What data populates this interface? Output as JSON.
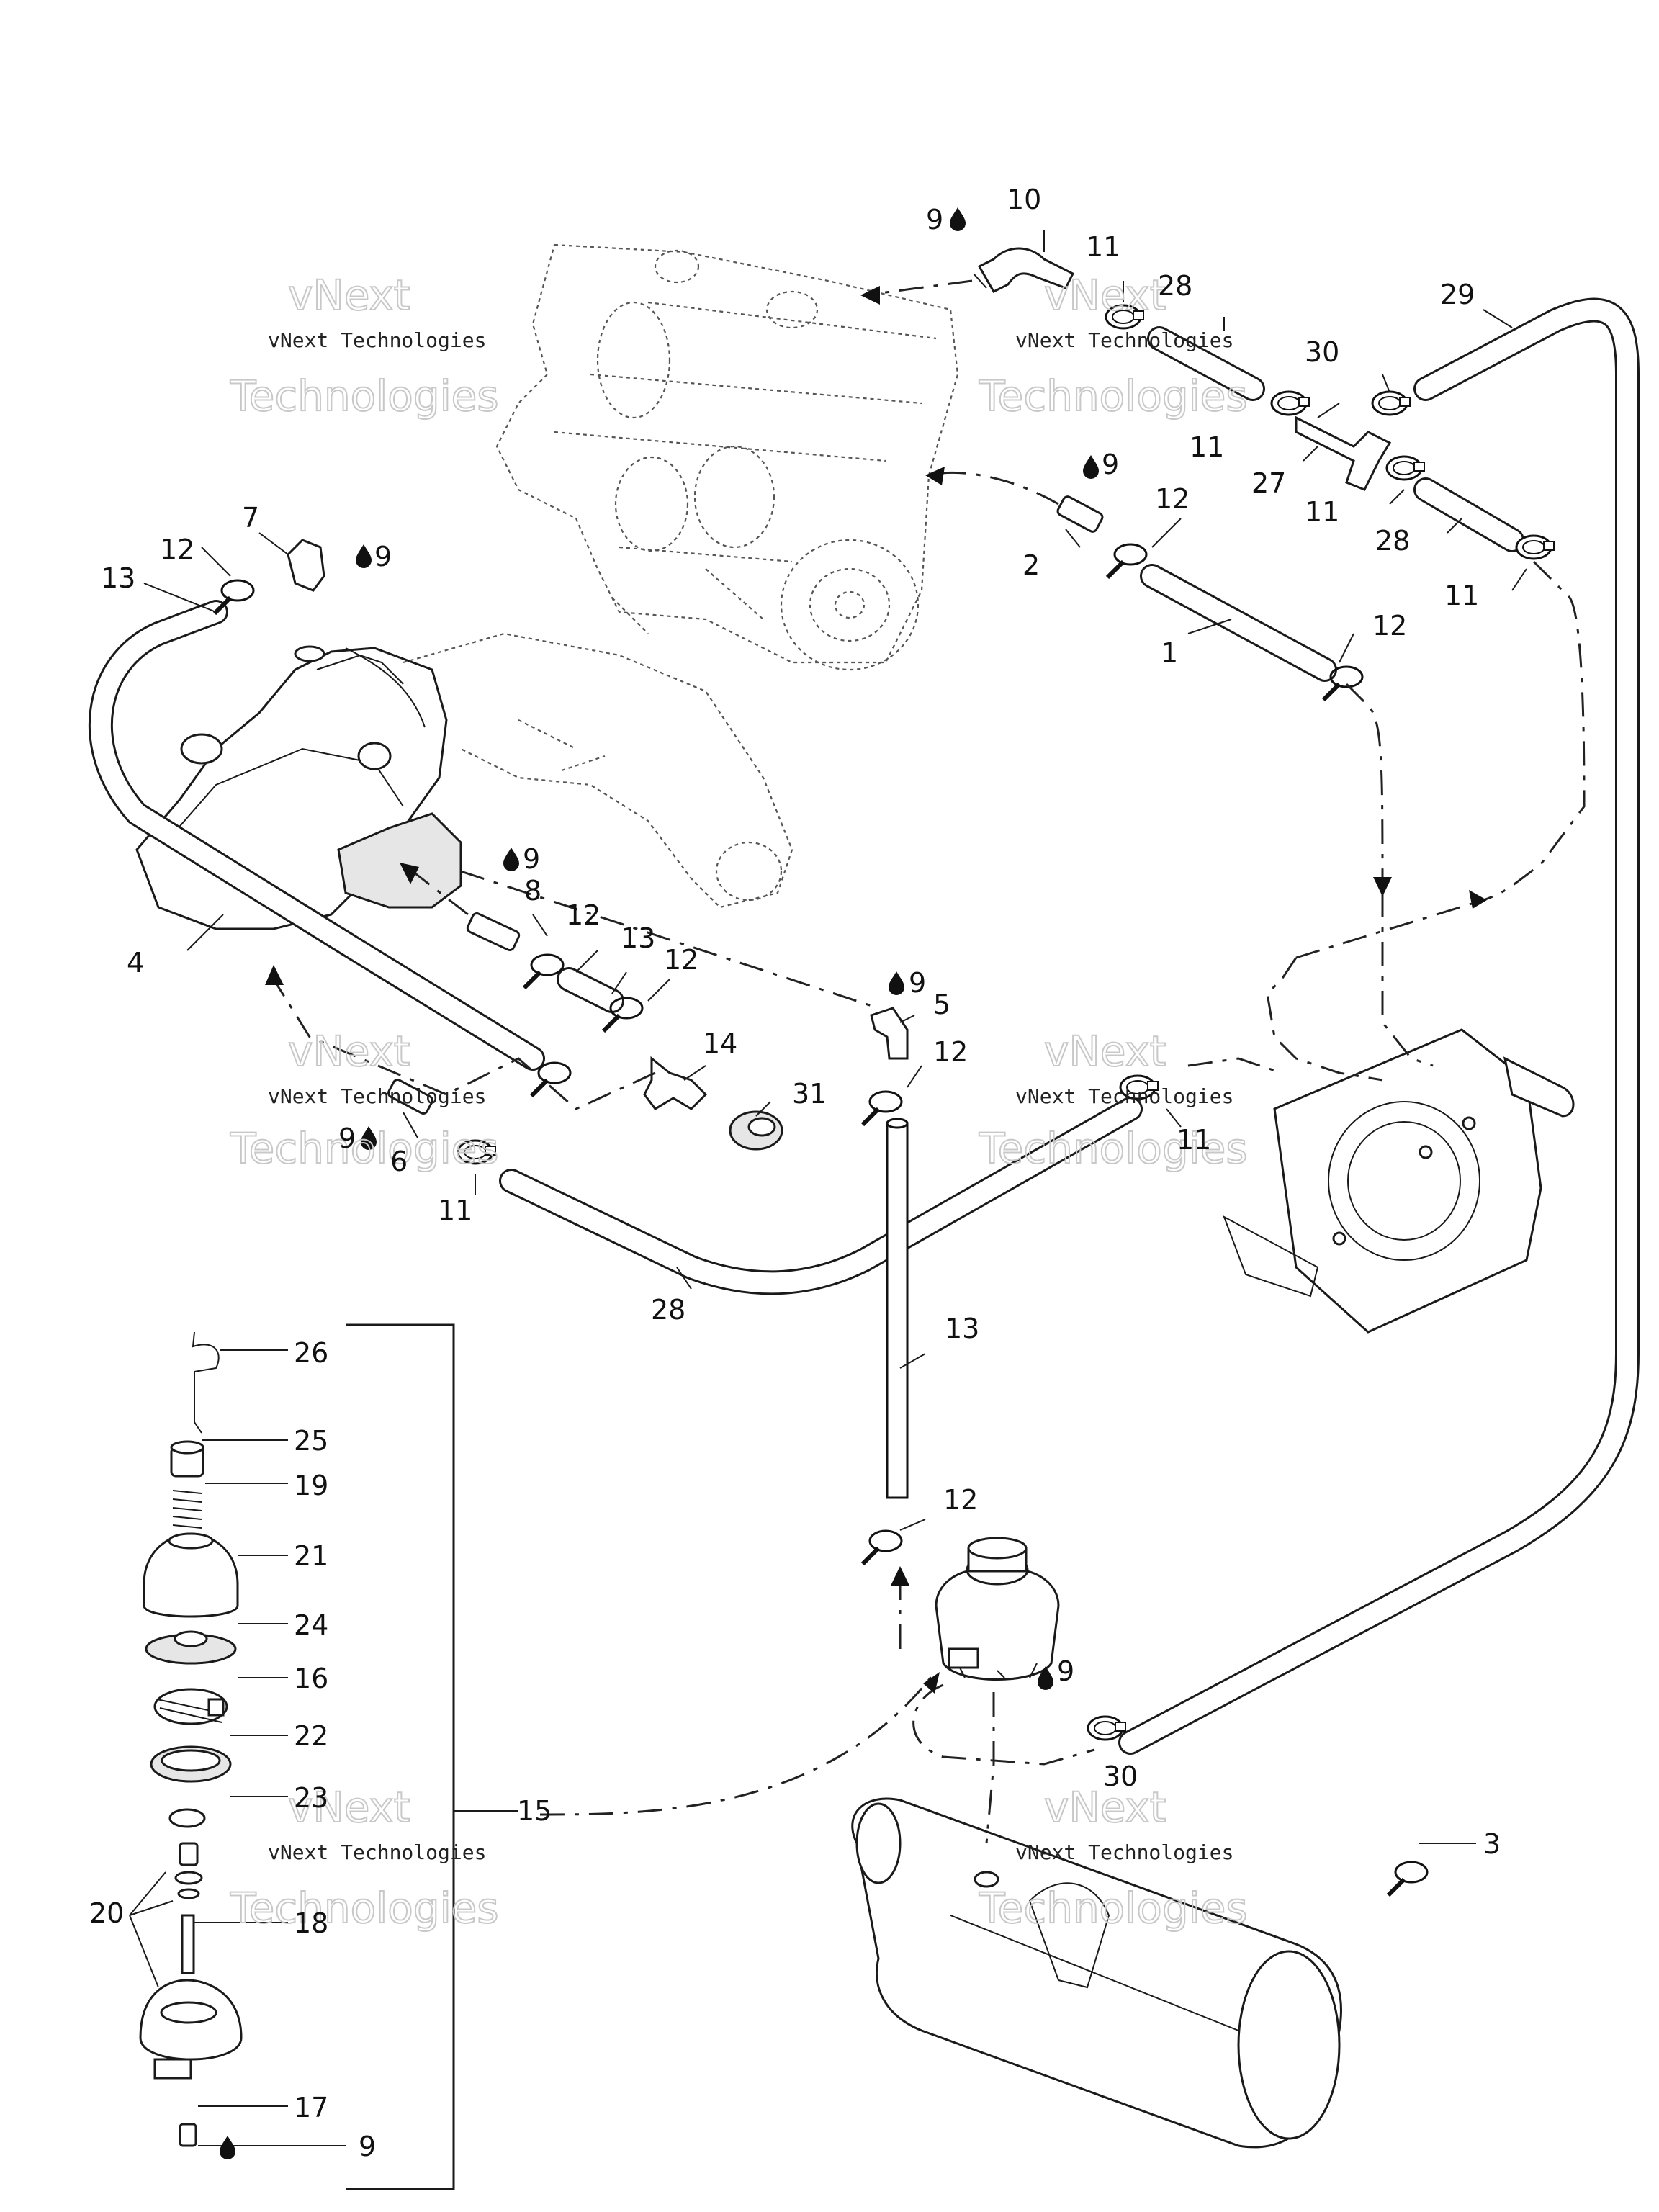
{
  "watermarks": {
    "line1": "vNext Technologies",
    "line2": "vNext",
    "line3": "Technologies"
  },
  "callouts": {
    "c1": "1",
    "c2": "2",
    "c3": "3",
    "c4": "4",
    "c5": "5",
    "c6": "6",
    "c7": "7",
    "c8": "8",
    "c9": "9",
    "c10": "10",
    "c11": "11",
    "c12": "12",
    "c13": "13",
    "c14": "14",
    "c15": "15",
    "c16": "16",
    "c17": "17",
    "c18": "18",
    "c19": "19",
    "c20": "20",
    "c21": "21",
    "c22": "22",
    "c23": "23",
    "c24": "24",
    "c25": "25",
    "c26": "26",
    "c27": "27",
    "c28": "28",
    "c29": "29",
    "c30": "30",
    "c31": "31"
  },
  "icons": {
    "sealant": "drop-icon"
  },
  "colors": {
    "line": "#1a1a1a",
    "watermark": "#c8c8c8"
  }
}
